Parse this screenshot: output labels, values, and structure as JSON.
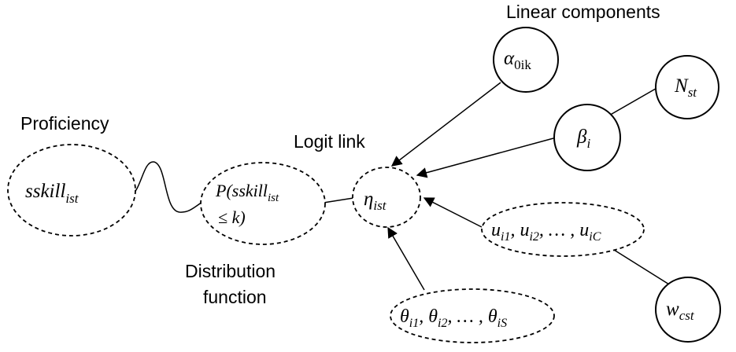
{
  "labels": {
    "linear_components": "Linear components",
    "proficiency": "Proficiency",
    "logit_link": "Logit link",
    "distribution_line1": "Distribution",
    "distribution_line2": "function"
  },
  "nodes": {
    "alpha": {
      "base": "α",
      "sub": "0ik"
    },
    "n": {
      "base": "N",
      "sub": "st"
    },
    "beta": {
      "base": "β",
      "sub": "i"
    },
    "eta": {
      "base": "η",
      "sub": "ist"
    },
    "sskill": {
      "base": "sskill",
      "sub": "ist"
    },
    "p": {
      "line1_prefix": "P(sskill",
      "line1_sub": "ist",
      "line2": "≤ k)"
    },
    "u": {
      "text": "u",
      "s1": "i1",
      "comma1": ", u",
      "s2": "i2",
      "mid": ", … , u",
      "s3": "iC"
    },
    "theta": {
      "text": "θ",
      "s1": "i1",
      "comma1": ", θ",
      "s2": "i2",
      "mid": ", … , θ",
      "s3": "iS"
    },
    "w": {
      "base": "w",
      "sub": "cst"
    }
  }
}
